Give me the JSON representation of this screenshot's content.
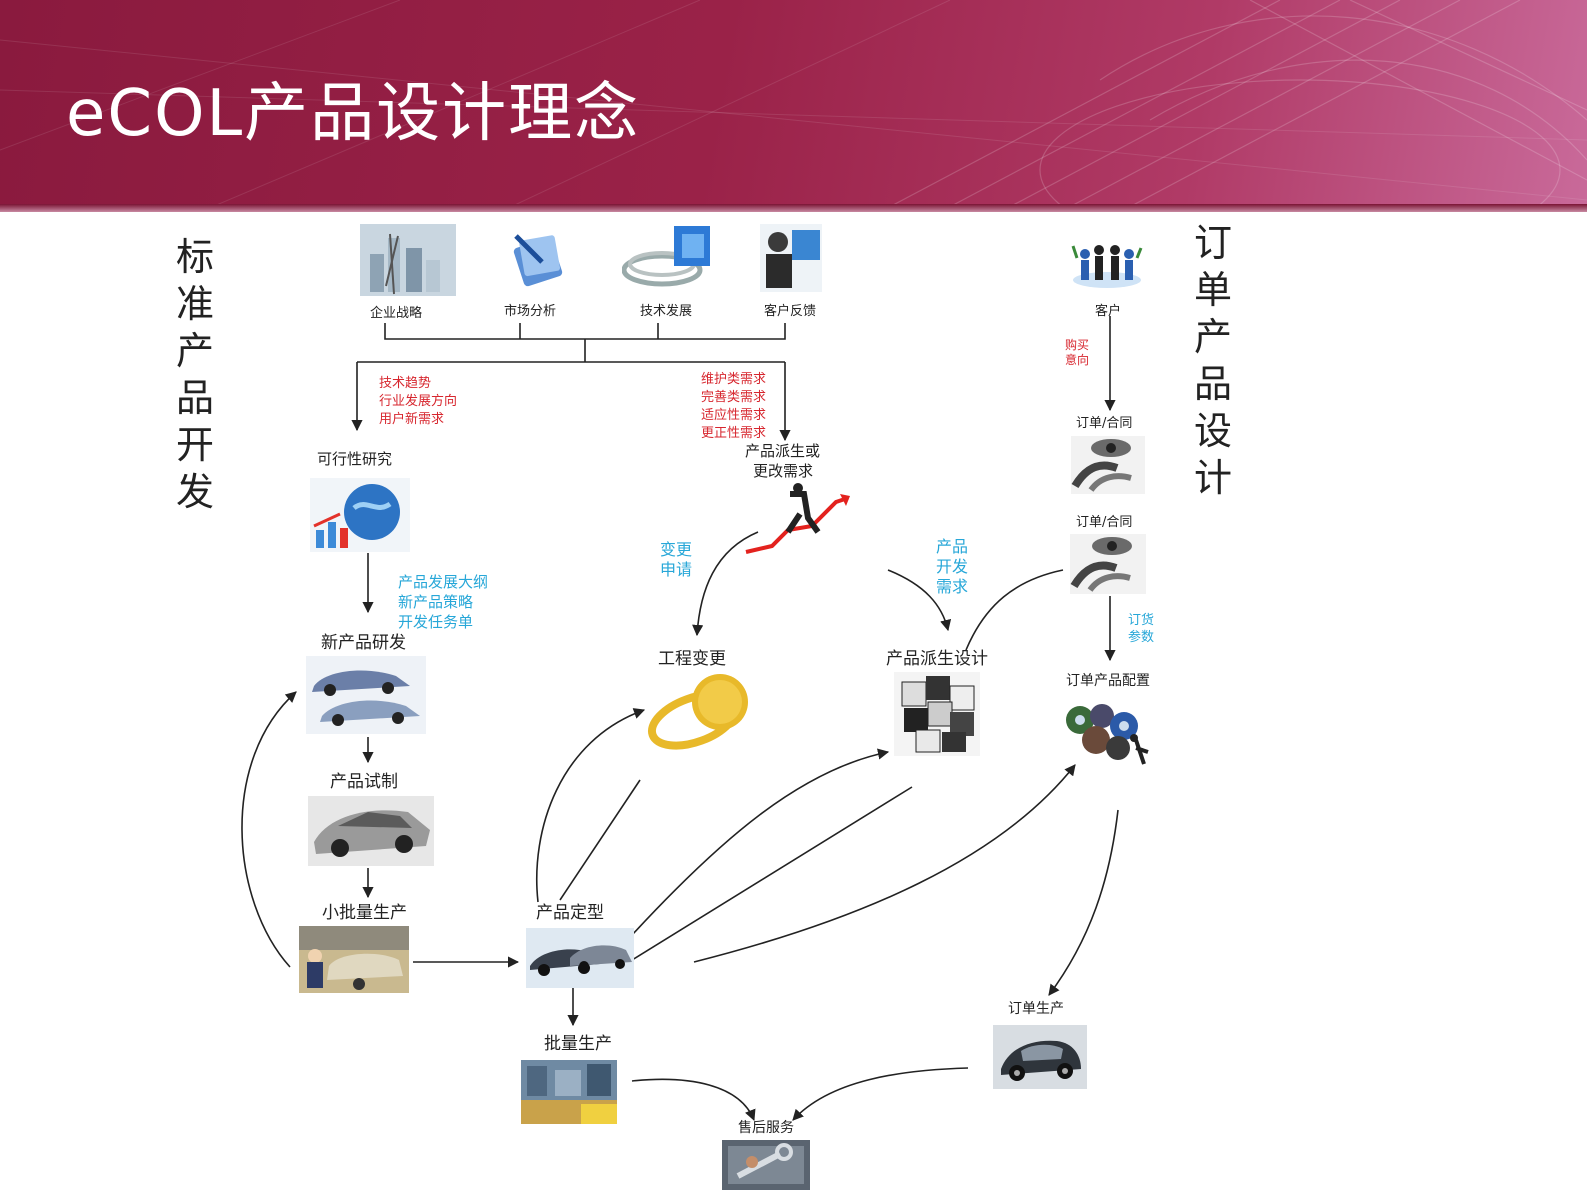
{
  "title": "eCOL产品设计理念",
  "left_heading": [
    "标",
    "准",
    "产",
    "品",
    "开",
    "发"
  ],
  "right_heading": [
    "订",
    "单",
    "产",
    "品",
    "设",
    "计"
  ],
  "inputs": {
    "strategy": "企业战略",
    "market": "市场分析",
    "tech": "技术发展",
    "feedback": "客户反馈"
  },
  "red_notes": {
    "left": [
      "技术趋势",
      "行业发展方向",
      "用户新需求"
    ],
    "right": [
      "维护类需求",
      "完善类需求",
      "适应性需求",
      "更正性需求"
    ],
    "purchase": [
      "购买",
      "意向"
    ]
  },
  "nodes": {
    "feasibility": "可行性研究",
    "derive_req_1": "产品派生或",
    "derive_req_2": "更改需求",
    "new_dev": "新产品研发",
    "eng_change": "工程变更",
    "derive_design": "产品派生设计",
    "trial": "产品试制",
    "small_batch": "小批量生产",
    "finalize": "产品定型",
    "mass": "批量生产",
    "after_sales": "售后服务",
    "customer": "客户",
    "order1": "订单/合同",
    "order2": "订单/合同",
    "order_config": "订单产品配置",
    "order_prod": "订单生产"
  },
  "blue_notes": {
    "plan": [
      "产品发展大纲",
      "新产品策略",
      "开发任务单"
    ],
    "change_req": [
      "变更",
      "申请"
    ],
    "dev_req": [
      "产品",
      "开发",
      "需求"
    ],
    "order_params": [
      "订货",
      "参数"
    ]
  }
}
